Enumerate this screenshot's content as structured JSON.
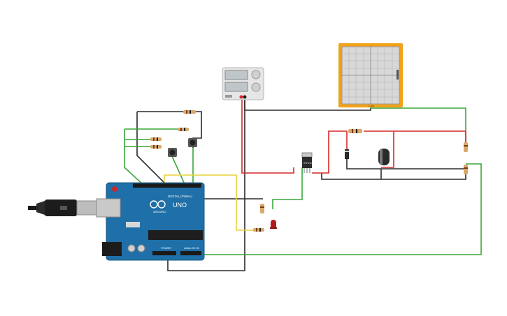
{
  "arduino": {
    "brand": "UNO",
    "maker": "ARDUINO",
    "digital_header_label": "DIGITAL (PWM~)",
    "power_label": "POWER",
    "analog_label": "ANALOG IN"
  },
  "power_supply": {
    "label": ""
  },
  "mosfet": {
    "label": "IRFZ44"
  },
  "oscilloscope": {
    "label": "1 ms"
  },
  "colors": {
    "wire_black": "#2b2b2b",
    "wire_green": "#3aa63a",
    "wire_red": "#d62a2a",
    "wire_yellow": "#e8d23a",
    "board_blue": "#1f6fa8",
    "scope_orange": "#f0a21a"
  }
}
